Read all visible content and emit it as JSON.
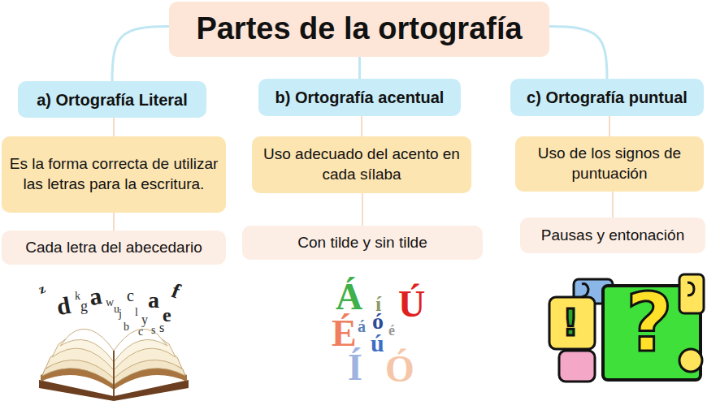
{
  "diagram": {
    "nodes": [
      {
        "text": [
          "Partes de la ortografía"
        ]
      },
      {
        "text": [
          "a) Ortografía Literal"
        ]
      },
      {
        "text": [
          "b) Ortografía acentual"
        ]
      },
      {
        "text": [
          "c) Ortografía puntual"
        ]
      },
      {
        "text": [
          "Es la forma correcta de utilizar las letras para la escritura."
        ]
      },
      {
        "text": [
          "Uso adecuado del acento en cada sílaba"
        ]
      },
      {
        "text": [
          "Uso de los signos de puntuación"
        ]
      },
      {
        "text": [
          "Cada letra del abecedario"
        ]
      },
      {
        "text": [
          "Con tilde y sin tilde"
        ]
      },
      {
        "text": [
          "Pausas y entonación"
        ]
      }
    ],
    "edges": [
      {
        "from": 0,
        "to": 1,
        "arrow": "none"
      },
      {
        "from": 0,
        "to": 2,
        "arrow": "none"
      },
      {
        "from": 0,
        "to": 3,
        "arrow": "none"
      },
      {
        "from": 1,
        "to": 4,
        "arrow": "none"
      },
      {
        "from": 2,
        "to": 5,
        "arrow": "none"
      },
      {
        "from": 3,
        "to": 6,
        "arrow": "none"
      },
      {
        "from": 4,
        "to": 7,
        "arrow": "none"
      },
      {
        "from": 5,
        "to": 8,
        "arrow": "none"
      },
      {
        "from": 6,
        "to": 9,
        "arrow": "none"
      }
    ],
    "labels": [
      "z",
      "d",
      "k",
      "g",
      "a",
      "w",
      "u",
      "c",
      "a",
      "f",
      "j",
      "l",
      "y",
      "e",
      "s",
      "b",
      "c",
      "s",
      "Á",
      "í",
      "Ú",
      "É",
      "á",
      "ó",
      "é",
      "ú",
      "Í",
      "Ó",
      "?",
      "!"
    ]
  }
}
